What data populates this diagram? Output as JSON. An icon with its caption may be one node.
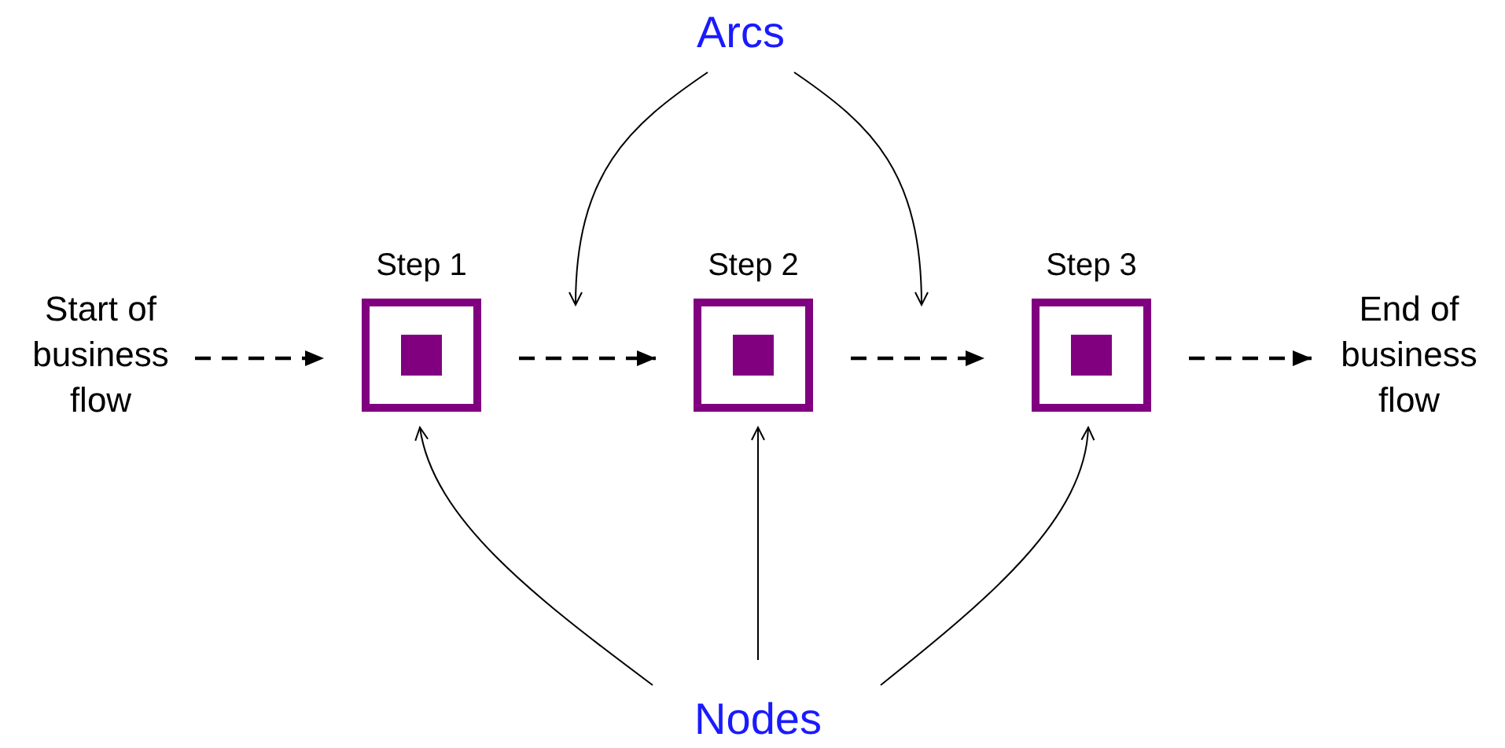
{
  "diagram": {
    "nodes": [
      {
        "text": [
          "Start of business flow"
        ]
      },
      {
        "text": [
          "Step 1"
        ]
      },
      {
        "text": [
          "Step 2"
        ]
      },
      {
        "text": [
          "Step 3"
        ]
      },
      {
        "text": [
          "End of business flow"
        ]
      },
      {
        "text": [
          "Arcs"
        ]
      },
      {
        "text": [
          "Nodes"
        ]
      }
    ],
    "edges": [
      {
        "from": 0,
        "to": 1,
        "arrow": "to",
        "style": "dashed"
      },
      {
        "from": 1,
        "to": 2,
        "arrow": "to",
        "style": "dashed"
      },
      {
        "from": 2,
        "to": 3,
        "arrow": "to",
        "style": "dashed"
      },
      {
        "from": 3,
        "to": 4,
        "arrow": "to",
        "style": "dashed"
      },
      {
        "from": 5,
        "to": null,
        "arrow": "to"
      },
      {
        "from": 5,
        "to": null,
        "arrow": "to"
      },
      {
        "from": 6,
        "to": 1,
        "arrow": "to"
      },
      {
        "from": 6,
        "to": 2,
        "arrow": "to"
      },
      {
        "from": 6,
        "to": 3,
        "arrow": "to"
      }
    ]
  }
}
